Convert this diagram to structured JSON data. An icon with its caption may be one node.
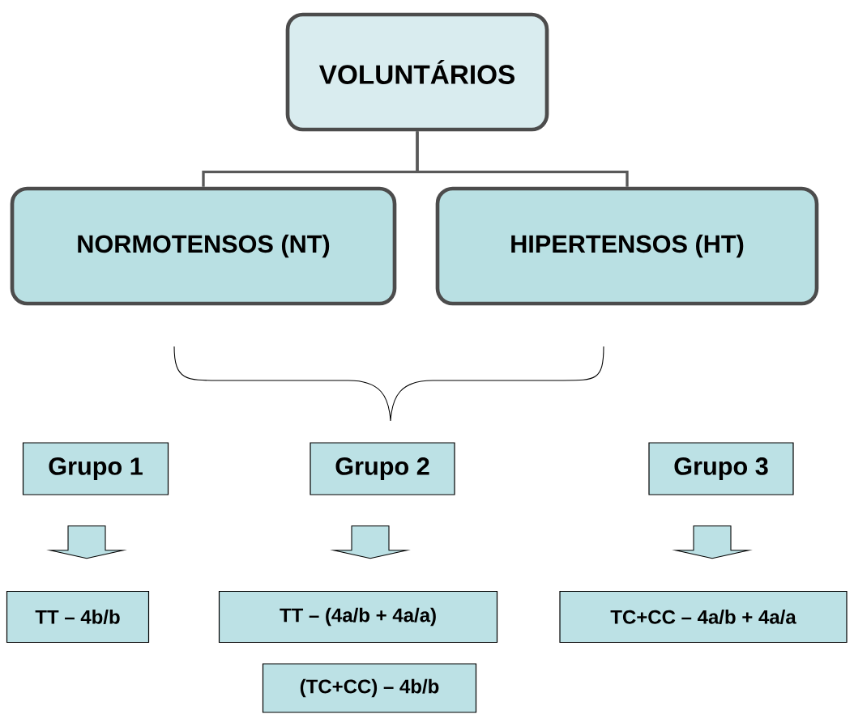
{
  "diagram": {
    "nodes": [
      {
        "text": [
          "VOLUNTÁRIOS"
        ]
      },
      {
        "text": [
          "NORMOTENSOS (NT)"
        ]
      },
      {
        "text": [
          "HIPERTENSOS (HT)"
        ]
      },
      {
        "text": [
          "Grupo 1"
        ]
      },
      {
        "text": [
          "Grupo 2"
        ]
      },
      {
        "text": [
          "Grupo 3"
        ]
      },
      {
        "text": [
          "TT – 4b/b"
        ]
      },
      {
        "text": [
          "TT – (4a/b + 4a/a)"
        ]
      },
      {
        "text": [
          "TC+CC – 4a/b + 4a/a"
        ]
      },
      {
        "text": [
          "(TC+CC) – 4b/b"
        ]
      }
    ],
    "edges": [
      {
        "from": 0,
        "to": 1,
        "arrow": "none"
      },
      {
        "from": 0,
        "to": 2,
        "arrow": "none"
      },
      {
        "from": 3,
        "to": 6,
        "arrow": "to"
      },
      {
        "from": 4,
        "to": 7,
        "arrow": "to"
      },
      {
        "from": 5,
        "to": 8,
        "arrow": "to"
      }
    ]
  }
}
